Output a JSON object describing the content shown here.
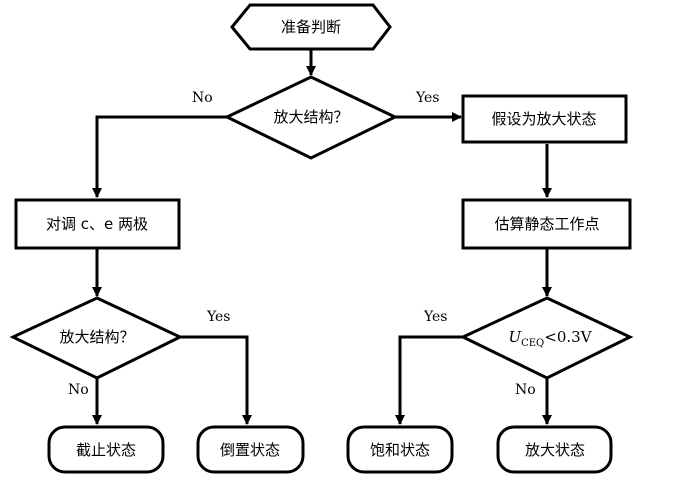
{
  "nodes": {
    "start": "准备判断",
    "decision_main": "放大结构？",
    "assume_active": "假设为放大状态",
    "swap_ce": "对调 c、e 两极",
    "estimate_q": "估算静态工作点",
    "decision_left": "放大结构？",
    "decision_right": {
      "u": "U",
      "sub": "CEQ",
      "rest": "<0.3V"
    },
    "cutoff": "截止状态",
    "inverted": "倒置状态",
    "saturation": "饱和状态",
    "active": "放大状态"
  },
  "edges": {
    "main_no": "No",
    "main_yes": "Yes",
    "left_yes": "Yes",
    "left_no": "No",
    "right_yes": "Yes",
    "right_no": "No"
  }
}
